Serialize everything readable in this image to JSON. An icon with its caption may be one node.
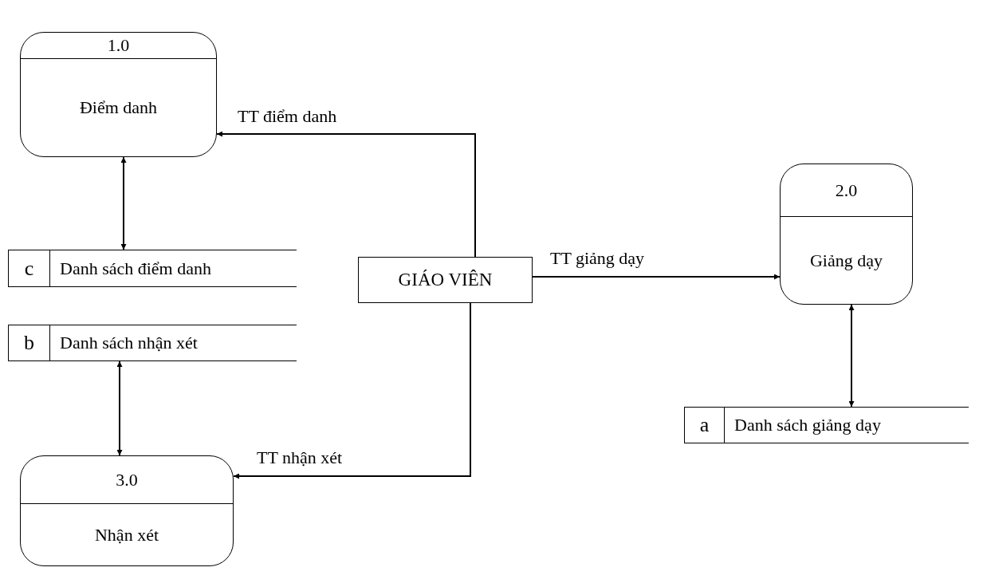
{
  "diagram": {
    "nodes": [
      {
        "text": [
          "1.0",
          "Điểm danh"
        ]
      },
      {
        "text": [
          "2.0",
          "Giảng dạy"
        ]
      },
      {
        "text": [
          "c",
          "Danh sách điểm danh"
        ]
      },
      {
        "text": [
          "GIÁO VIÊN"
        ]
      },
      {
        "text": [
          "b",
          "Danh sách nhận xét"
        ]
      },
      {
        "text": [
          "a",
          "Danh sách giảng dạy"
        ]
      },
      {
        "text": [
          "3.0",
          "Nhận xét"
        ]
      }
    ],
    "edges": [
      {
        "from": 3,
        "to": 0,
        "arrow": "to",
        "label": "TT điểm danh"
      },
      {
        "from": 3,
        "to": 1,
        "arrow": "to",
        "label": "TT giảng dạy"
      },
      {
        "from": 3,
        "to": 6,
        "arrow": "to",
        "label": "TT nhận xét"
      },
      {
        "from": 0,
        "to": 2,
        "arrow": "both"
      },
      {
        "from": 4,
        "to": 6,
        "arrow": "both"
      },
      {
        "from": 1,
        "to": 5,
        "arrow": "both"
      }
    ]
  }
}
